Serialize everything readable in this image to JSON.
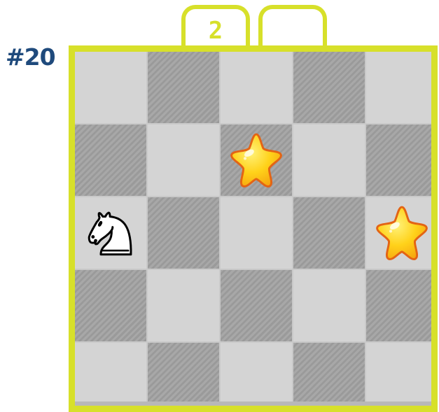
{
  "puzzle": {
    "number_label": "#20"
  },
  "tabs": [
    {
      "value": "2"
    },
    {
      "value": ""
    }
  ],
  "board": {
    "rows": 5,
    "cols": 5,
    "pieces": [
      {
        "type": "star",
        "row": 1,
        "col": 2
      },
      {
        "type": "knight",
        "row": 2,
        "col": 0
      },
      {
        "type": "star",
        "row": 2,
        "col": 4
      }
    ]
  },
  "colors": {
    "accent": "#d7e02a",
    "number": "#1f4a7c",
    "light_square": "#d4d4d4",
    "dark_square": "#a8a8a8",
    "star_fill": "#ffd21a",
    "star_outline": "#e36414"
  }
}
